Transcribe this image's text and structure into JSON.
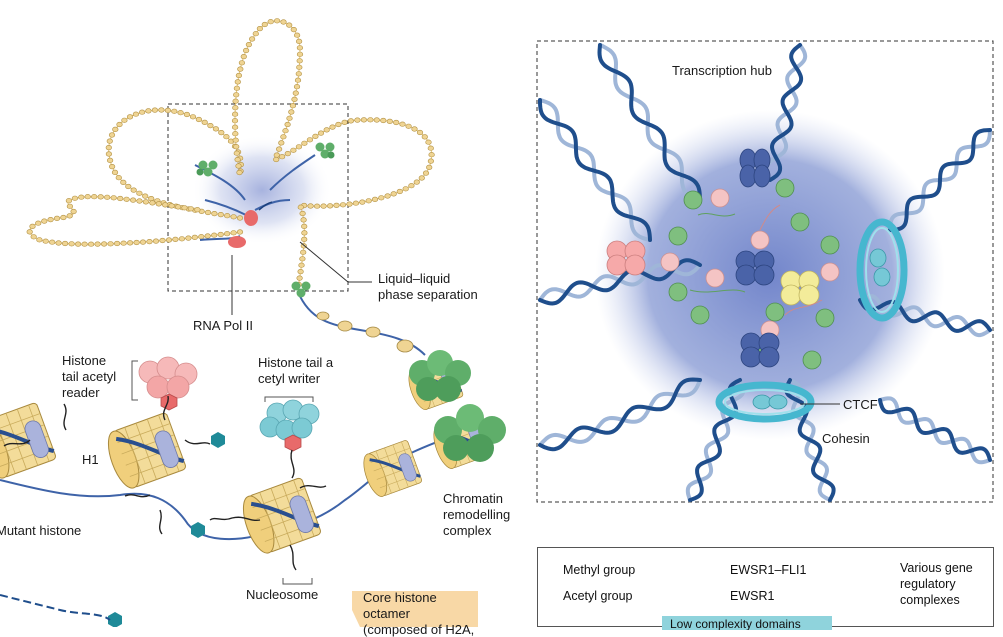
{
  "labels": {
    "transcription_hub": "Transcription hub",
    "llps_line1": "Liquid–liquid",
    "llps_line2": "phase separation",
    "rna_pol": "RNA Pol II",
    "reader_line1": "Histone",
    "reader_line2": "tail acetyl",
    "reader_line3": "reader",
    "writer_line1": "Histone tail a",
    "writer_line2": "cetyl writer",
    "h1": "H1",
    "mutant_histone": "Mutant histone",
    "nucleosome": "Nucleosome",
    "remodel_line1": "Chromatin",
    "remodel_line2": "remodelling",
    "remodel_line3": "complex",
    "core_line1": "Core histone",
    "core_line2": "octamer",
    "core_line3": "(composed of H2A,",
    "ctcf": "CTCF",
    "cohesin": "Cohesin"
  },
  "legend": {
    "methyl": "Methyl group",
    "acetyl": "Acetyl group",
    "ewsr1_fli1": "EWSR1–FLI1",
    "ewsr1": "EWSR1",
    "various_line1": "Various gene",
    "various_line2": "regulatory",
    "various_line3": "complexes",
    "low_complexity": "Low complexity domains"
  },
  "colors": {
    "dna_dark": "#1f4e8c",
    "dna_light": "#9fb6d8",
    "hub_glow": "#5f74c4",
    "bead": "#efd493",
    "histone": "#f3dc9a",
    "acetyl": "#e86a6a",
    "methyl": "#1f8a98",
    "ewsr1_fli1": "#7fbf7f",
    "ewsr1": "#f4c4c4",
    "ring": "#46b7cf",
    "tag": "#f8d8a6"
  }
}
